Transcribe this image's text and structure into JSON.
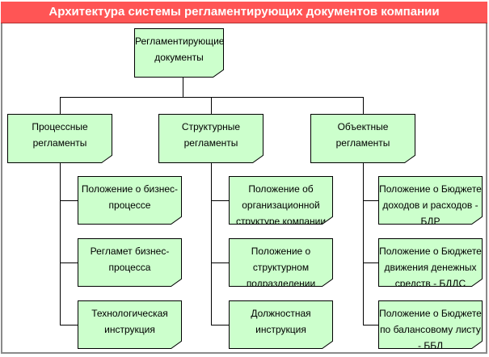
{
  "title": "Архитектура системы регламентирующих документов компании",
  "root": {
    "label": "Регламентирующие документы"
  },
  "groups": [
    {
      "label": "Процессные регламенты",
      "children": [
        "Положение о бизнес-процессе",
        "Регламет бизнес-процесса",
        "Технологическая инструкция"
      ]
    },
    {
      "label": "Структурные регламенты",
      "children": [
        "Положение об организационной структуре компании",
        "Положение о структурном подразделении",
        "Должностная инструкция"
      ]
    },
    {
      "label": "Объектные регламенты",
      "children": [
        "Положение о Бюджете доходов и расходов - БДР",
        "Положение о Бюджете движения денежных средств - БДДС",
        "Положение о Бюджете по балансовому листу - ББЛ"
      ]
    }
  ],
  "colors": {
    "title_bg": "#ff5555",
    "box_fill": "#ccffcc"
  }
}
